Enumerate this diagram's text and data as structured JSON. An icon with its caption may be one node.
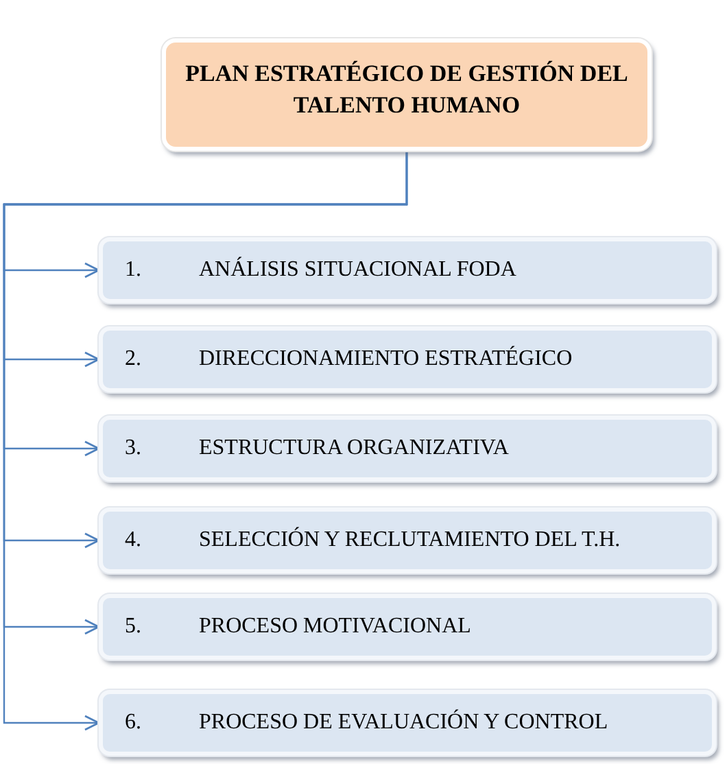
{
  "diagram": {
    "nodes": [
      {
        "text": [
          "PLAN ESTRATÉGICO DE GESTIÓN DEL TALENTO HUMANO"
        ]
      },
      {
        "text": [
          "1.",
          "ANÁLISIS SITUACIONAL FODA"
        ]
      },
      {
        "text": [
          "2.",
          "DIRECCIONAMIENTO ESTRATÉGICO"
        ]
      },
      {
        "text": [
          "3.",
          "ESTRUCTURA ORGANIZATIVA"
        ]
      },
      {
        "text": [
          "4.",
          "SELECCIÓN Y RECLUTAMIENTO DEL T.H."
        ]
      },
      {
        "text": [
          "5.",
          "PROCESO MOTIVACIONAL"
        ]
      },
      {
        "text": [
          "6.",
          "PROCESO DE EVALUACIÓN Y CONTROL"
        ]
      }
    ],
    "edges": [
      {
        "from": 0,
        "to": 1,
        "arrow": "to"
      },
      {
        "from": 0,
        "to": 2,
        "arrow": "to"
      },
      {
        "from": 0,
        "to": 3,
        "arrow": "to"
      },
      {
        "from": 0,
        "to": 4,
        "arrow": "to"
      },
      {
        "from": 0,
        "to": 5,
        "arrow": "to"
      },
      {
        "from": 0,
        "to": 6,
        "arrow": "to"
      }
    ]
  }
}
